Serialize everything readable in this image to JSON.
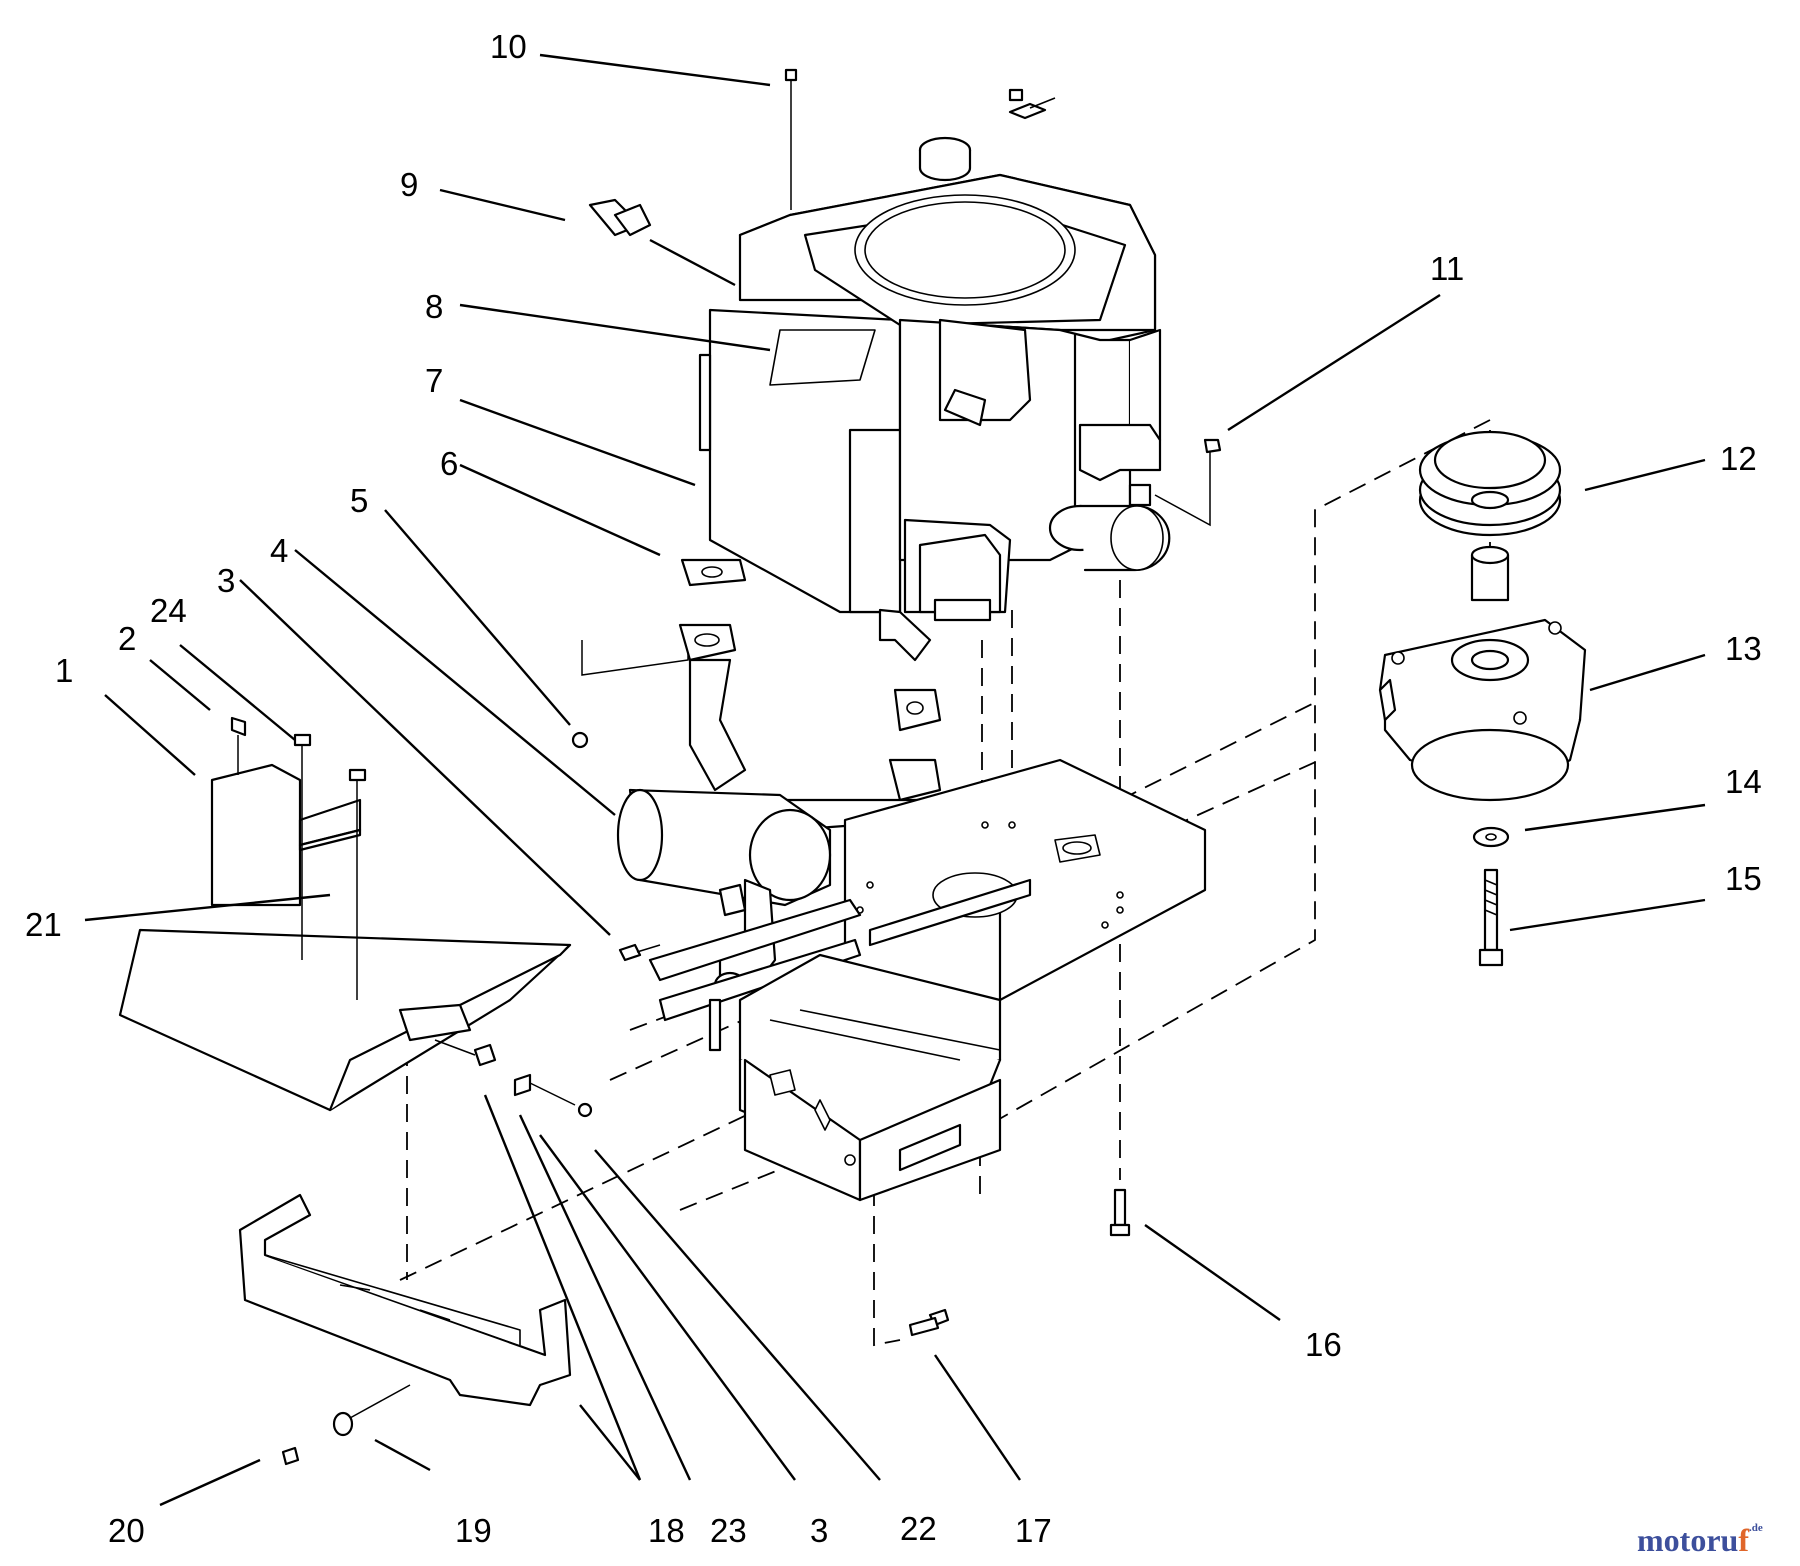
{
  "callouts": {
    "c1": "1",
    "c2": "2",
    "c3a": "3",
    "c3b": "3",
    "c4": "4",
    "c5": "5",
    "c6": "6",
    "c7": "7",
    "c8": "8",
    "c9": "9",
    "c10": "10",
    "c11": "11",
    "c12": "12",
    "c13": "13",
    "c14": "14",
    "c15": "15",
    "c16": "16",
    "c17": "17",
    "c18": "18",
    "c19": "19",
    "c20": "20",
    "c21": "21",
    "c22": "22",
    "c23": "23",
    "c24": "24"
  },
  "watermark": {
    "main": "motoru",
    "accent": "f",
    "suffix": ".de"
  }
}
